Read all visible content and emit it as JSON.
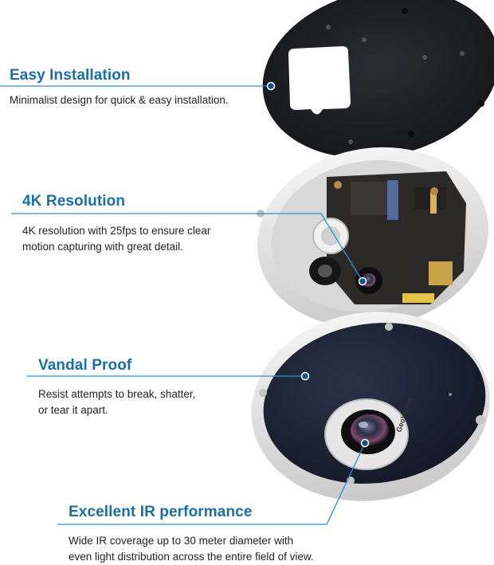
{
  "features": [
    {
      "title": "Easy Installation",
      "desc_lines": [
        "Minimalist design for quick & easy installation."
      ]
    },
    {
      "title": "4K Resolution",
      "desc_lines": [
        "4K resolution with 25fps to ensure clear",
        "motion capturing with great detail."
      ]
    },
    {
      "title": "Vandal Proof",
      "desc_lines": [
        "Resist attempts to break, shatter,",
        "or tear it apart."
      ]
    },
    {
      "title": "Excellent IR performance",
      "desc_lines": [
        "Wide IR coverage up to 30 meter diameter with",
        "even light distribution across the entire field of view."
      ]
    }
  ],
  "brand": "GeoVision",
  "colors": {
    "accent": "#1a6ea8",
    "callout_line": "#2b8fd6",
    "plate": "#1d1e22",
    "housing": "#e9e9e9",
    "dome": "#1b2233",
    "pcb": "#2c2a28"
  }
}
